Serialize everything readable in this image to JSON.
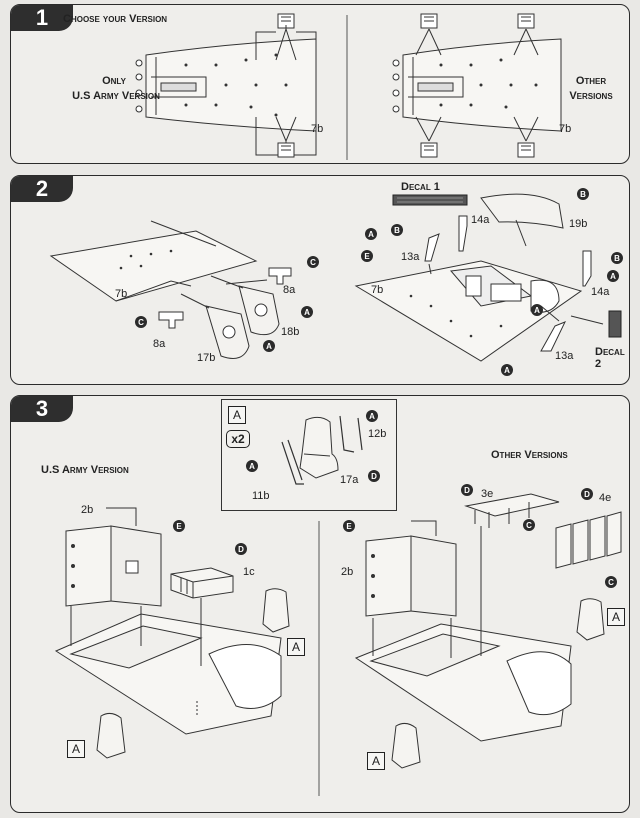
{
  "step1": {
    "number": "1",
    "heading": "Choose your Version",
    "left_label_line1": "Only",
    "left_label_line2": "U.S Army Version",
    "right_label_line1": "Other",
    "right_label_line2": "Versions",
    "part_left": "7b",
    "part_right": "7b"
  },
  "step2": {
    "number": "2",
    "decal1": "Decal 1",
    "decal2": "Decal 2",
    "parts": {
      "p8a_top": "8a",
      "p8a_bottom": "8a",
      "p7b_left": "7b",
      "p17b": "17b",
      "p18b": "18b",
      "p14a_top": "14a",
      "p13a_top": "13a",
      "p19b": "19b",
      "p7b_right": "7b",
      "p14a_right": "14a",
      "p13a_bottom": "13a"
    },
    "circles": [
      "C",
      "C",
      "A",
      "A",
      "B",
      "A",
      "B",
      "E",
      "B",
      "A",
      "A",
      "A"
    ]
  },
  "step3": {
    "number": "3",
    "us_army_label": "U.S Army Version",
    "other_label": "Other Versions",
    "inset": {
      "box_label": "A",
      "multiplier": "x2",
      "part_12b": "12b",
      "part_17a": "17a",
      "part_11b": "11b",
      "circles": [
        "A",
        "A",
        "D"
      ]
    },
    "parts": {
      "p2b_left": "2b",
      "p1c": "1c",
      "p2b_right": "2b",
      "p3e": "3e",
      "p4e": "4e"
    },
    "circles": [
      "E",
      "D",
      "E",
      "D",
      "D",
      "C",
      "C"
    ],
    "seat_boxes": [
      "A",
      "A",
      "A",
      "A"
    ]
  }
}
